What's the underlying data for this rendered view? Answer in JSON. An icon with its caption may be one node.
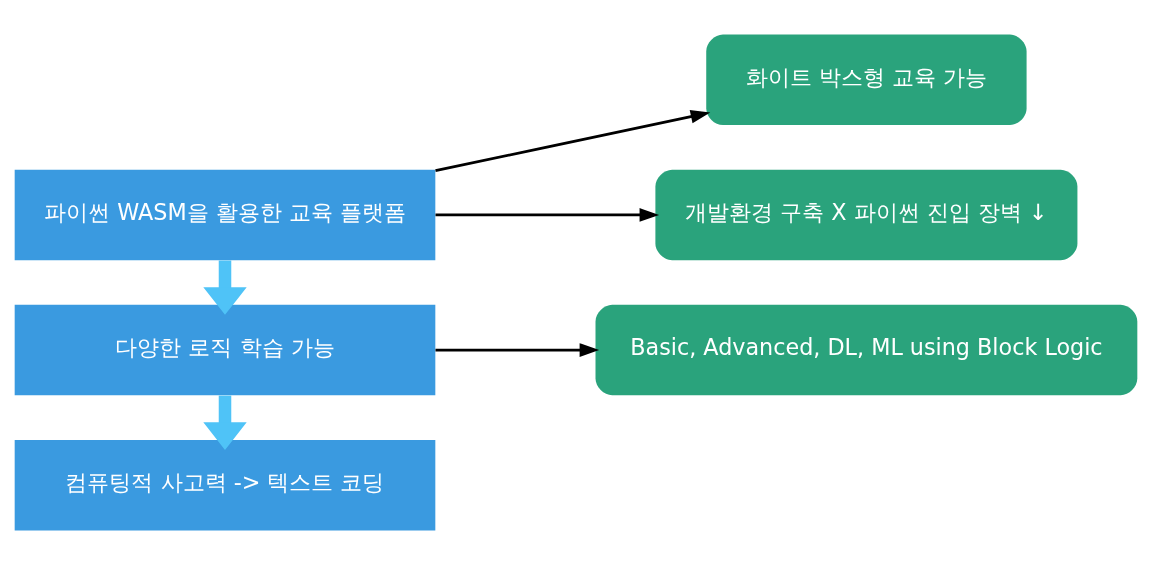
{
  "diagram": {
    "nodes": [
      {
        "text": [
          "파이썬 WASM을 활용한 교육 플랫폼"
        ]
      },
      {
        "text": [
          "다양한 로직 학습 가능"
        ]
      },
      {
        "text": [
          "컴퓨팅적 사고력 -> 텍스트 코딩"
        ]
      },
      {
        "text": [
          "화이트 박스형 교육 가능"
        ]
      },
      {
        "text": [
          "개발환경 구축 X 파이썬 진입 장벽 ↓"
        ]
      },
      {
        "text": [
          "Basic, Advanced, DL, ML using Block Logic"
        ]
      }
    ],
    "edges": [
      {
        "from": 0,
        "to": 3,
        "arrow": "to"
      },
      {
        "from": 0,
        "to": 4,
        "arrow": "to"
      },
      {
        "from": 0,
        "to": 1,
        "arrow": "to",
        "style": "thick",
        "color": "#4fc3f7"
      },
      {
        "from": 1,
        "to": 5,
        "arrow": "to"
      },
      {
        "from": 1,
        "to": 2,
        "arrow": "to",
        "style": "thick",
        "color": "#4fc3f7"
      }
    ]
  }
}
